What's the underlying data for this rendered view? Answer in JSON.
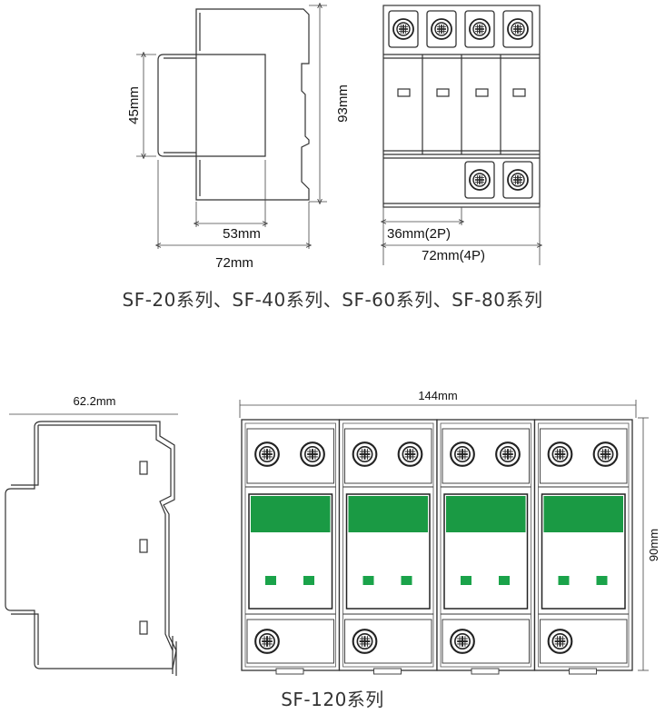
{
  "top": {
    "side_view": {
      "dim_height_inner": "45mm",
      "dim_height_total": "93mm",
      "dim_depth_inner": "53mm",
      "dim_depth_total": "72mm"
    },
    "front_view": {
      "dim_width_2p": "36mm(2P)",
      "dim_width_4p": "72mm(4P)"
    },
    "caption": "SF-20系列、SF-40系列、SF-60系列、SF-80系列"
  },
  "bottom": {
    "side_view": {
      "dim_depth": "62.2mm"
    },
    "front_view": {
      "dim_width": "144mm",
      "dim_height": "90mm"
    },
    "caption": "SF-120系列"
  },
  "colors": {
    "window_green": "#1a9a44",
    "indicator_green": "#1aa34a",
    "outline": "#333333"
  }
}
